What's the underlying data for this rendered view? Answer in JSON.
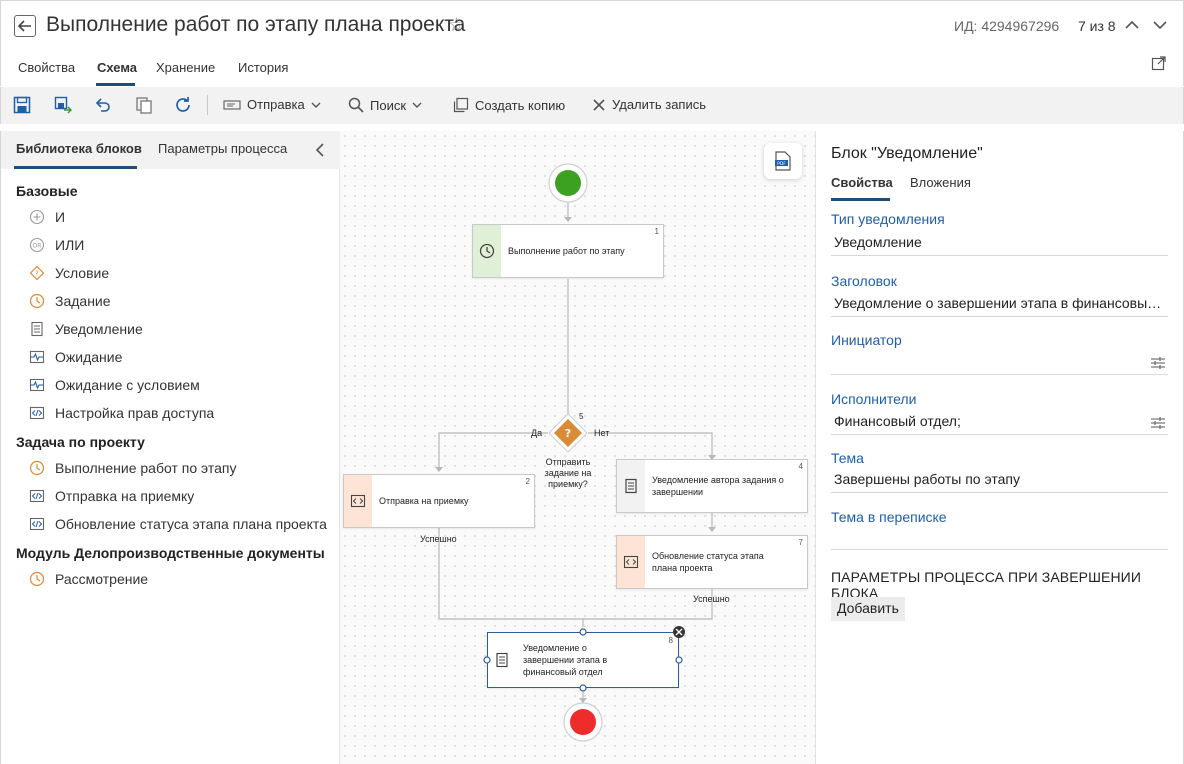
{
  "header": {
    "title": "Выполнение работ по этапу плана проекта",
    "id_label": "ИД: 4294967296",
    "counter": "7 из 8"
  },
  "tabs": [
    "Свойства",
    "Схема",
    "Хранение",
    "История"
  ],
  "toolbar": {
    "send": "Отправка",
    "search": "Поиск",
    "copy": "Создать копию",
    "delete": "Удалить запись"
  },
  "left_panel": {
    "tabs": [
      "Библиотека блоков",
      "Параметры процесса"
    ],
    "sections": [
      {
        "title": "Базовые",
        "items": [
          "И",
          "ИЛИ",
          "Условие",
          "Задание",
          "Уведомление",
          "Ожидание",
          "Ожидание с условием",
          "Настройка прав доступа"
        ]
      },
      {
        "title": "Задача по проекту",
        "items": [
          "Выполнение работ по этапу",
          "Отправка на приемку",
          "Обновление статуса этапа плана проекта"
        ]
      },
      {
        "title": "Модуль Делопроизводственные документы",
        "items": [
          "Рассмотрение"
        ]
      }
    ]
  },
  "diagram": {
    "nodes": [
      {
        "num": "1",
        "label": "Выполнение работ по этапу"
      },
      {
        "num": "2",
        "label": "Отправка на приемку"
      },
      {
        "num": "4",
        "label": "Уведомление автора задания о завершении"
      },
      {
        "num": "7",
        "label": "Обновление статуса этапа плана проекта"
      },
      {
        "num": "8",
        "label": "Уведомление о завершении этапа в финансовый отдел"
      }
    ],
    "condition": {
      "num": "5",
      "label": "Отправить задание на приемку?",
      "yes": "Да",
      "no": "Нет"
    },
    "success_1": "Успешно",
    "success_2": "Успешно",
    "colors": {
      "start": "#3ca021",
      "end": "#ee2c2c",
      "selected": "#2b5d9e",
      "condition": "#d98b36"
    }
  },
  "right_panel": {
    "title": "Блок \"Уведомление\"",
    "tabs": [
      "Свойства",
      "Вложения"
    ],
    "fields": [
      {
        "label": "Тип уведомления",
        "value": "Уведомление"
      },
      {
        "label": "Заголовок",
        "value": "Уведомление о завершении этапа в финансовый отдел"
      },
      {
        "label": "Инициатор",
        "value": ""
      },
      {
        "label": "Исполнители",
        "value": "Финансовый отдел;"
      },
      {
        "label": "Тема",
        "value": "Завершены работы по этапу"
      },
      {
        "label": "Тема в переписке",
        "value": ""
      }
    ],
    "section_title": "ПАРАМЕТРЫ ПРОЦЕССА ПРИ ЗАВЕРШЕНИИ БЛОКА",
    "add_button": "Добавить"
  }
}
